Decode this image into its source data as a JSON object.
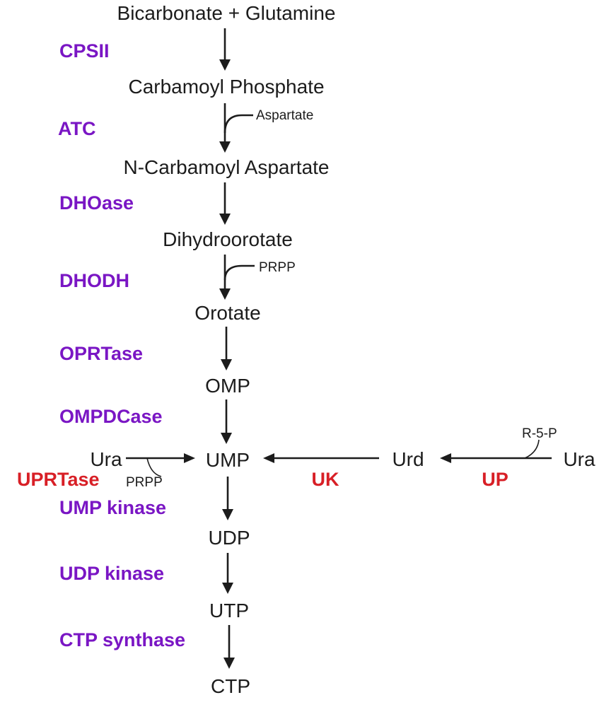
{
  "metabolites": {
    "bicarbonate_glutamine": "Bicarbonate + Glutamine",
    "carbamoyl_phosphate": "Carbamoyl Phosphate",
    "n_carbamoyl_aspartate": "N-Carbamoyl Aspartate",
    "dihydroorotate": "Dihydroorotate",
    "orotate": "Orotate",
    "omp": "OMP",
    "ump": "UMP",
    "udp": "UDP",
    "utp": "UTP",
    "ctp": "CTP",
    "ura_left": "Ura",
    "urd": "Urd",
    "ura_right": "Ura"
  },
  "cosubstrates": {
    "aspartate": "Aspartate",
    "prpp_dhodh": "PRPP",
    "prpp_uprtase": "PRPP",
    "r5p": "R-5-P"
  },
  "enzymes": {
    "de_novo_color": "#7a16c4",
    "salvage_color": "#d81f26",
    "cpsii": "CPSII",
    "atc": "ATC",
    "dhoase": "DHOase",
    "dhodh": "DHODH",
    "oprtase": "OPRTase",
    "ompdcase": "OMPDCase",
    "uprtase": "UPRTase",
    "ump_kinase": "UMP kinase",
    "udp_kinase": "UDP kinase",
    "ctp_synthase": "CTP synthase",
    "uk": "UK",
    "up": "UP"
  }
}
